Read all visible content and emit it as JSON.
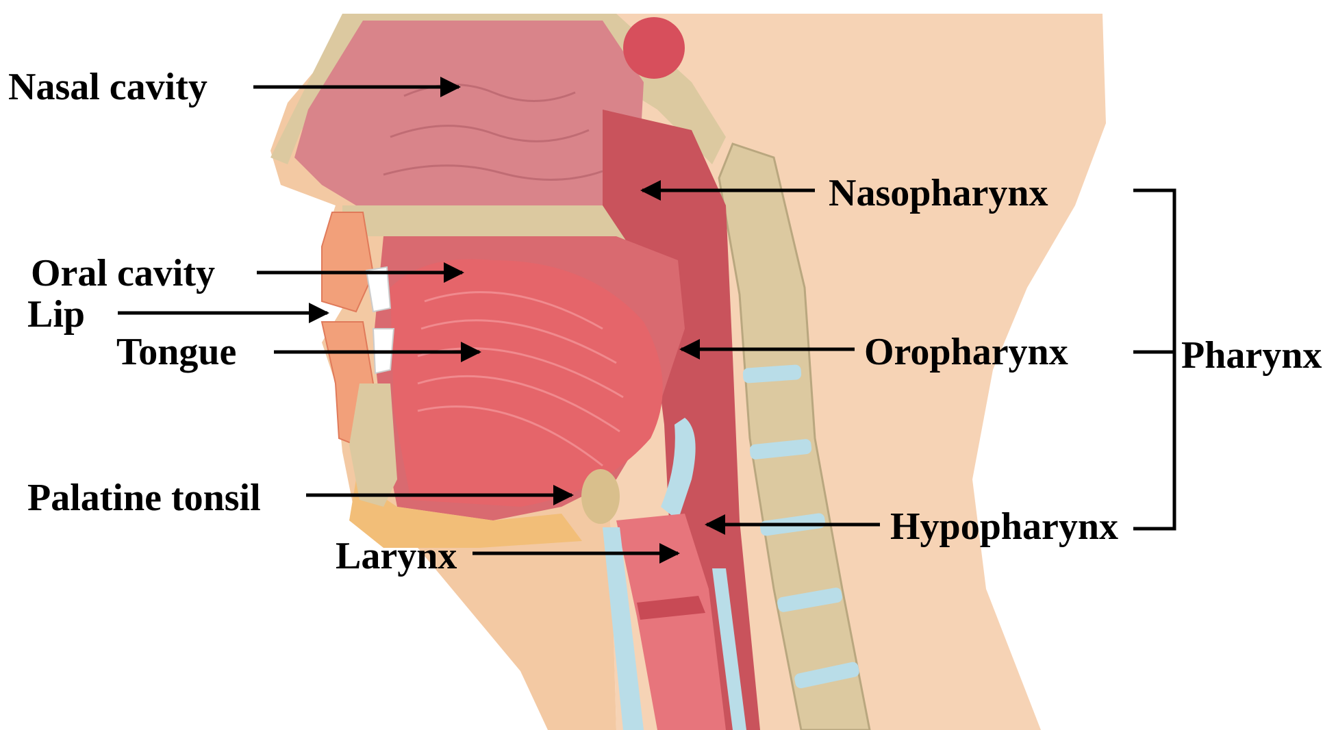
{
  "labels": {
    "nasal_cavity": "Nasal cavity",
    "oral_cavity": "Oral cavity",
    "lip": "Lip",
    "tongue": "Tongue",
    "palatine_tonsil": "Palatine tonsil",
    "larynx": "Larynx",
    "nasopharynx": "Nasopharynx",
    "oropharynx": "Oropharynx",
    "hypopharynx": "Hypopharynx",
    "pharynx": "Pharynx"
  },
  "colors": {
    "skin": "#f6d3b5",
    "bone": "#dcc9a0",
    "cavity": "#d9848a",
    "tongue": "#e5656a",
    "throat": "#c9535c",
    "cartilage": "#b9dde8",
    "fat": "#f2be78"
  }
}
